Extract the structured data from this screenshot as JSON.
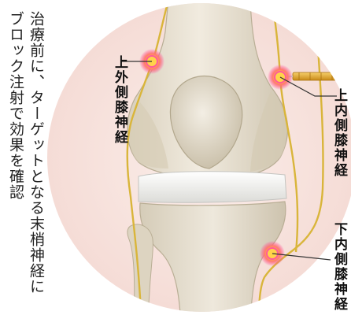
{
  "caption": {
    "line1": "治療前に、ターゲットとなる末梢神経に",
    "line2": "ブロック注射で効果を確認"
  },
  "labels": {
    "upper_lateral": "上外側膝神経",
    "upper_medial": "上内側膝神経",
    "lower_medial": "下内側膝神経"
  },
  "colors": {
    "background_circle": "#f8e4e0",
    "bone": "#ece5d6",
    "bone_shadow": "#c9bfa8",
    "cartilage": "#f1f1ef",
    "nerve": "#d9b53a",
    "target_glow": "#ff3fa0",
    "target_core": "#ffd34a",
    "needle": "#e0a42a"
  },
  "icons": {
    "target": "glowing-target-icon",
    "needle": "injection-needle-icon"
  }
}
